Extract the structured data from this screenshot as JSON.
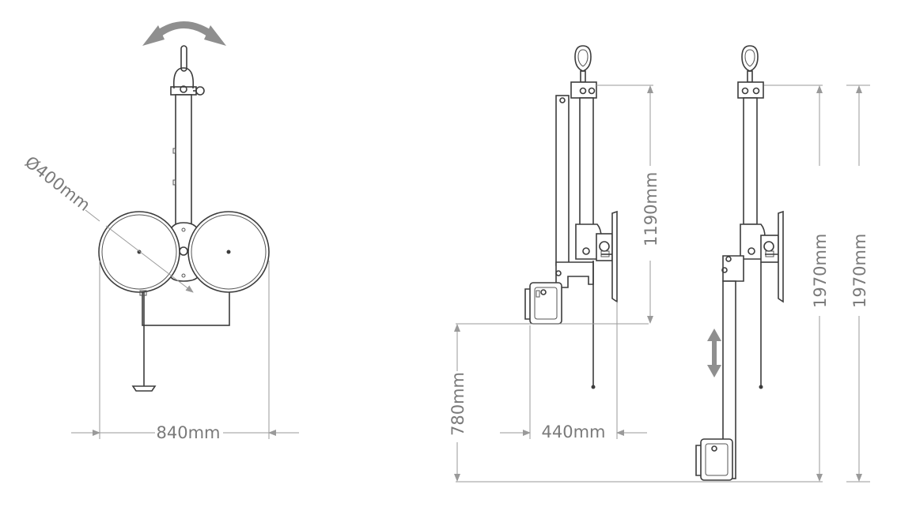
{
  "dimensions": {
    "diameter": "Ø400mm",
    "width_front": "840mm",
    "depth_side": "440mm",
    "height_lower": "780mm",
    "height_upper": "1190mm",
    "height_total_a": "1970mm",
    "height_total_b": "1970mm"
  },
  "colors": {
    "line": "#3c3c3c",
    "dimension_line": "#9a9a9a",
    "dimension_text": "#7a7a7a",
    "rotation_arrow": "#8f8f8f"
  },
  "icons": {
    "rotation": "rotate-double-arrow-icon",
    "vertical_adjust": "vertical-double-arrow-icon"
  }
}
